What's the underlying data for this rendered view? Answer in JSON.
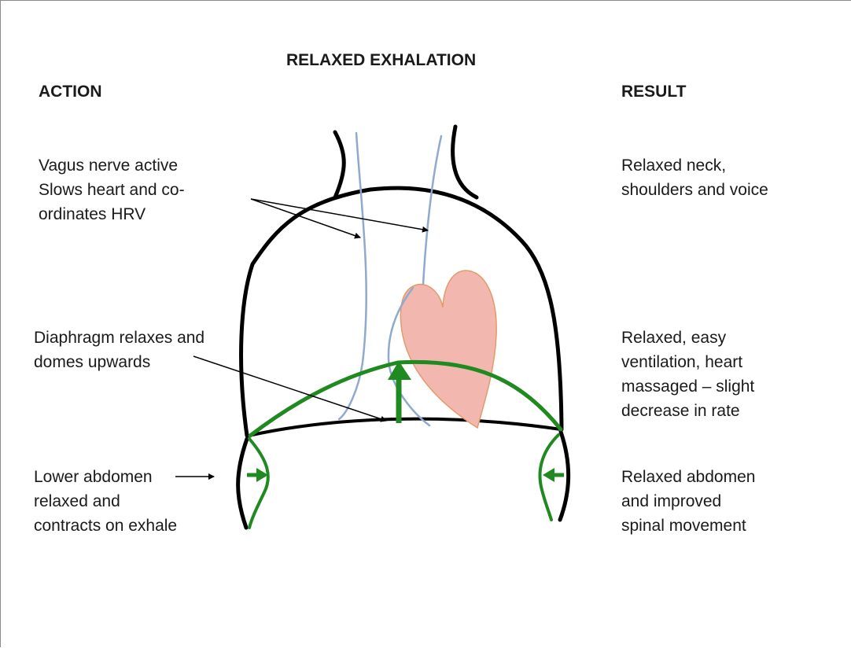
{
  "title": "RELAXED EXHALATION",
  "action_heading": "ACTION",
  "result_heading": "RESULT",
  "actions": [
    {
      "lines": [
        "Vagus nerve active",
        "Slows heart and co-",
        "ordinates HRV"
      ]
    },
    {
      "lines": [
        "Diaphragm relaxes and",
        "domes upwards"
      ]
    },
    {
      "lines": [
        "Lower abdomen",
        "relaxed and",
        "contracts on exhale"
      ]
    }
  ],
  "results": [
    {
      "lines": [
        "Relaxed neck,",
        "shoulders and voice"
      ]
    },
    {
      "lines": [
        "Relaxed, easy",
        "ventilation, heart",
        "massaged – slight",
        "decrease in rate"
      ]
    },
    {
      "lines": [
        "Relaxed abdomen",
        "and improved",
        "spinal movement"
      ]
    }
  ],
  "colors": {
    "outline": "#000000",
    "nerve": "#8fa9cf",
    "diaphragm": "#1f8a1f",
    "heart_fill": "#f2b8b0",
    "heart_stroke": "#e39a6a"
  }
}
